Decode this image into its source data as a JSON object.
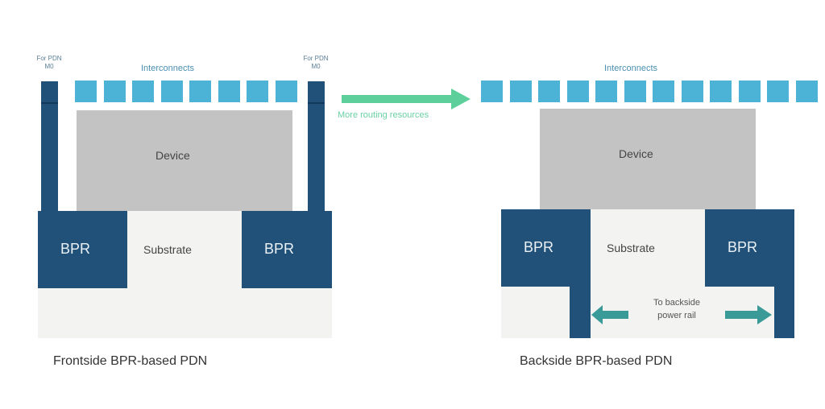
{
  "colors": {
    "interconnect": "#4db3d6",
    "bpr": "#215178",
    "device": "#c3c3c3",
    "substrate": "#f3f3f1",
    "routing_arrow": "#5ccf9a",
    "backside_arrow": "#3a9a97"
  },
  "frontside": {
    "pdn_label_left": "For PDN",
    "pdn_label_left_2": "M0",
    "pdn_label_right": "For PDN",
    "pdn_label_right_2": "M0",
    "interconnects_label": "Interconnects",
    "interconnect_count": 8,
    "device_label": "Device",
    "substrate_label": "Substrate",
    "bpr_left_label": "BPR",
    "bpr_right_label": "BPR",
    "caption": "Frontside BPR-based PDN"
  },
  "transition": {
    "arrow_label": "More routing resources"
  },
  "backside": {
    "interconnects_label": "Interconnects",
    "interconnect_count": 12,
    "device_label": "Device",
    "substrate_label": "Substrate",
    "bpr_left_label": "BPR",
    "bpr_right_label": "BPR",
    "arrow_label_line1": "To backside",
    "arrow_label_line2": "power rail",
    "caption": "Backside BPR-based PDN"
  }
}
